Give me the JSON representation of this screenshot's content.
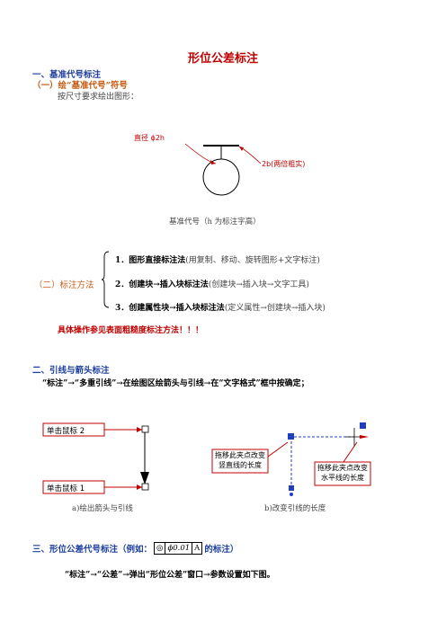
{
  "title": "形位公差标注",
  "section1": {
    "heading": "一、基准代号标注",
    "sub1": "（一）绘“基准代号”符号",
    "instruction": "按尺寸要求绘出图形：",
    "fig": {
      "label_diameter": "直径 ϕ2h",
      "label_line": "2b(两倍粗实)",
      "caption": "基准代号（h 为标注字高）"
    },
    "sub2": "（二）标注方法",
    "methods": [
      {
        "num": "1．",
        "name": "图形直接标注法",
        "detail": "(用复制、移动、旋转图形+文字标注)"
      },
      {
        "num": "2．",
        "name": "创建块→插入块标注法",
        "detail": "(创建块→插入块→文字工具)"
      },
      {
        "num": "3．",
        "name": "创建属性块→插入块标注法",
        "detail": "(定义属性→创建块→插入块)"
      }
    ],
    "note": "具体操作参见表面粗糙度标注方法！！！"
  },
  "section2": {
    "heading": "二、引线与箭头标注",
    "instruction": "“标注”→“多重引线”→在绘图区绘箭头与引线→在“文字格式”框中按确定；",
    "figA": {
      "click2": "单击鼠标 2",
      "click1": "单击鼠标 1",
      "caption": "a)绘出箭头与引线"
    },
    "figB": {
      "drag_vertical": "拖移此夹点改变竖直线的长度",
      "drag_horizontal": "拖移此夹点改变水平线的长度",
      "caption": "b)改变引线的长度"
    }
  },
  "section3": {
    "heading_prefix": "三、形位公差代号标注（例如：",
    "example_symbol": "◎",
    "example_value": "ϕ0.01",
    "example_datum": "A",
    "heading_suffix": "的标注）",
    "instruction": "“标注”→“公差”→弹出“形位公差”窗口→参数设置如下图。"
  }
}
